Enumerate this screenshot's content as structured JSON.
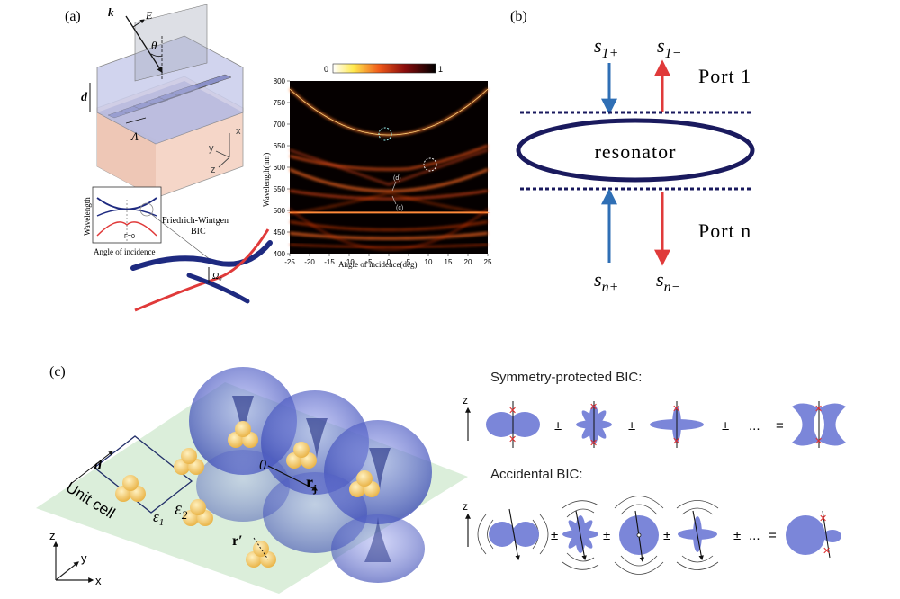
{
  "panel_a": {
    "label": "(a)",
    "structure": {
      "k": "k",
      "E": "E",
      "theta": "θ",
      "d": "d",
      "Lambda": "Λ",
      "x": "x",
      "y": "y",
      "z": "z"
    },
    "inset": {
      "ylabel": "Wavelength",
      "xlabel": "Angle of incidence",
      "gamma": "Γ=0",
      "bic_label": "Friedrich-Wintgen BIC",
      "omega": "Ω₀"
    },
    "heatmap": {
      "colorbar_min": "0",
      "colorbar_max": "1",
      "xlabel": "Angle of incidence(deg)",
      "ylabel": "Wavelength(nm)",
      "x_ticks": [
        "-25",
        "-20",
        "-15",
        "-10",
        "-5",
        "0",
        "5",
        "10",
        "15",
        "20",
        "25"
      ],
      "y_ticks": [
        "800",
        "750",
        "700",
        "650",
        "600",
        "550",
        "500",
        "450",
        "400"
      ],
      "mark_d": "(d)",
      "mark_c": "(c)"
    }
  },
  "panel_b": {
    "label": "(b)",
    "s1_plus": "s",
    "s1_plus_sub": "1+",
    "s1_minus": "s",
    "s1_minus_sub": "1−",
    "port1": "Port 1",
    "resonator": "resonator",
    "portn": "Port n",
    "sn_plus": "s",
    "sn_plus_sub": "n+",
    "sn_minus": "s",
    "sn_minus_sub": "n−"
  },
  "panel_c": {
    "label": "(c)",
    "d": "d",
    "unit_cell": "Unit cell",
    "eps1": "ε",
    "eps1_sub": "1",
    "eps2": "ε",
    "eps2_sub": "2",
    "origin": "0",
    "rj": "r",
    "rj_sub": "j",
    "rprime": "r′",
    "axis_x": "x",
    "axis_y": "y",
    "axis_z": "z",
    "sym_title": "Symmetry-protected BIC:",
    "acc_title": "Accidental BIC:",
    "pm": "±",
    "dots": "...",
    "eq": "="
  },
  "colors": {
    "blue_arrow": "#2f6fb5",
    "red_arrow": "#e03a3a",
    "resonator_stroke": "#1a1a5e",
    "lobe_blue": "#7b86d9",
    "cross_red": "#e03030"
  }
}
